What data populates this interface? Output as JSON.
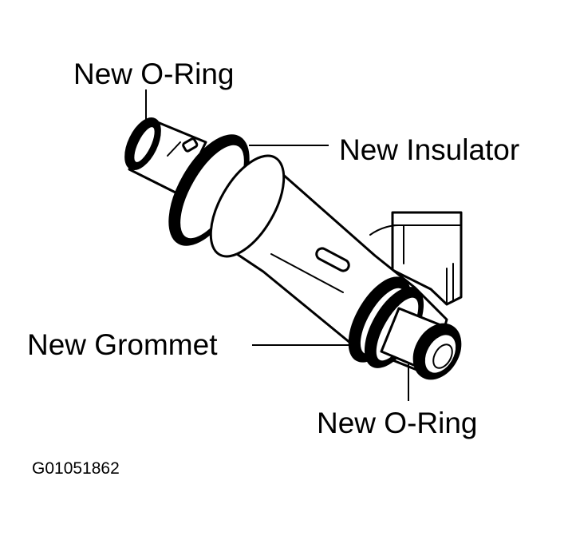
{
  "diagram": {
    "labels": {
      "top_o_ring": "New O-Ring",
      "insulator": "New Insulator",
      "grommet": "New Grommet",
      "bottom_o_ring": "New O-Ring"
    },
    "figure_id": "G01051862"
  }
}
